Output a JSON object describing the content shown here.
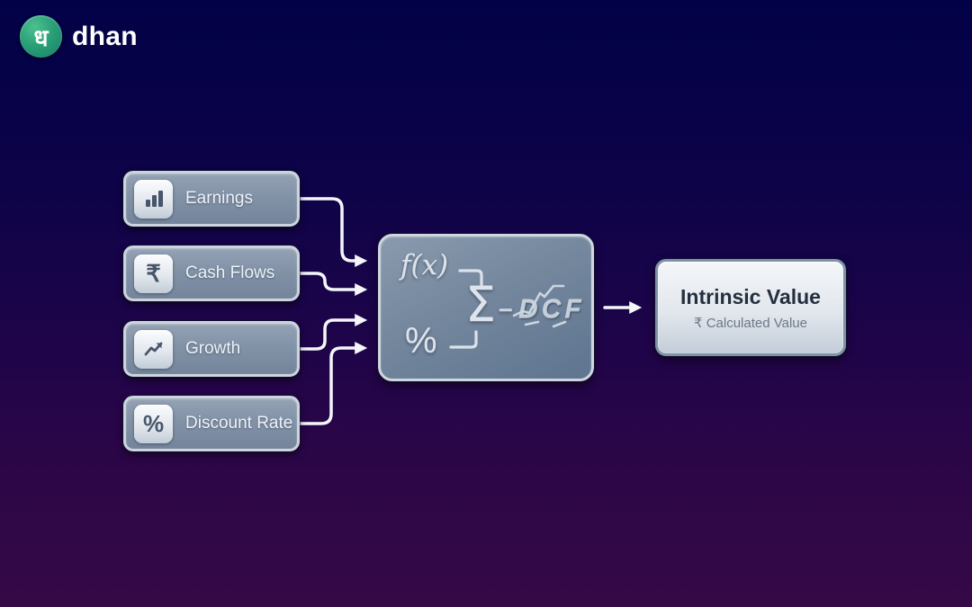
{
  "brand": {
    "logo_char": "ध",
    "name": "dhan"
  },
  "inputs": [
    {
      "label": "Earnings",
      "icon": "bar-chart-icon"
    },
    {
      "label": "Cash Flows",
      "icon": "rupee-icon",
      "glyph": "₹"
    },
    {
      "label": "Growth",
      "icon": "trend-up-icon"
    },
    {
      "label": "Discount Rate",
      "icon": "percent-icon",
      "glyph": "%"
    }
  ],
  "processor": {
    "fx": "f(x)",
    "sigma": "Σ",
    "percent": "%",
    "dash": "–",
    "label": "DCF"
  },
  "output": {
    "title": "Intrinsic Value",
    "subtitle": "₹ Calculated Value"
  },
  "colors": {
    "background_top": "#020147",
    "background_bottom": "#360947",
    "panel_slate": "#7e90a5",
    "panel_border": "#ced6df",
    "output_panel": "#e9edf2",
    "logo_green": "#2aa077",
    "arrow_white": "#f4f6f9",
    "title_navy": "#24303f"
  }
}
